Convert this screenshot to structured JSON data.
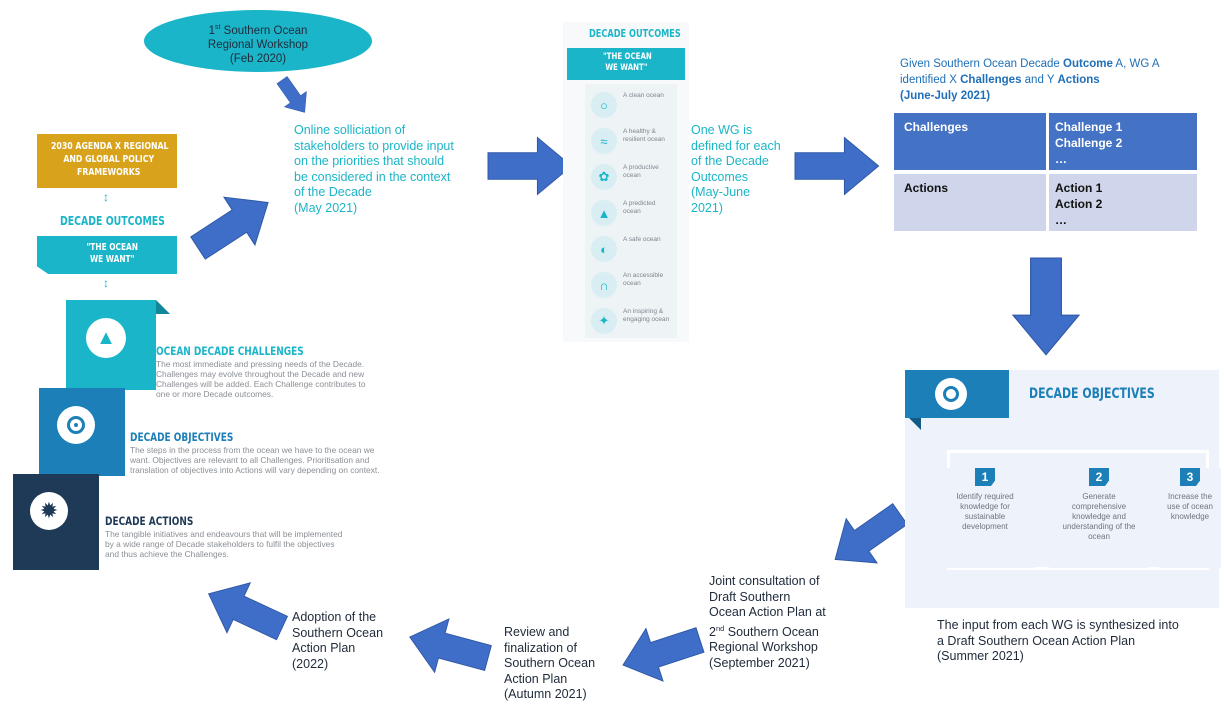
{
  "workshop1": {
    "line1_pre": "1",
    "line1_sup": "st",
    "line1_post": " Southern Ocean",
    "line2": "Regional Workshop",
    "line3": "(Feb 2020)"
  },
  "agenda_box": {
    "line1": "2030 AGENDA X REGIONAL",
    "line2": "AND GLOBAL POLICY",
    "line3": "FRAMEWORKS"
  },
  "left_outcomes": {
    "title": "DECADE OUTCOMES",
    "banner1": "\"THE OCEAN",
    "banner2": "WE WANT\""
  },
  "challenges": {
    "title": "OCEAN DECADE CHALLENGES",
    "desc": "The most immediate and pressing needs of the Decade. Challenges may evolve throughout the Decade and new Challenges will be added. Each Challenge contributes to one or more Decade outcomes."
  },
  "objectives": {
    "title": "DECADE OBJECTIVES",
    "desc": "The steps in the process from the ocean we have to the ocean we want. Objectives are relevant to all Challenges. Prioritisation and translation of objectives into Actions will vary depending on context."
  },
  "actions": {
    "title": "DECADE ACTIONS",
    "desc": "The tangible initiatives and endeavours that will be implemented by a wide range of Decade stakeholders to fulfil the objectives and thus achieve the Challenges."
  },
  "online": {
    "l1": "Online solliciation of",
    "l2": "stakeholders to provide input",
    "l3": "on the priorities that should",
    "l4": "be considered in the context",
    "l5": "of the Decade",
    "l6": "(May 2021)"
  },
  "center_outcomes": {
    "title": "DECADE OUTCOMES",
    "banner1": "\"THE OCEAN",
    "banner2": "WE WANT\"",
    "items": [
      {
        "label": "A clean ocean"
      },
      {
        "label": "A healthy & resilient ocean"
      },
      {
        "label": "A productive ocean"
      },
      {
        "label": "A predicted ocean"
      },
      {
        "label": "A safe ocean"
      },
      {
        "label": "An accessible ocean"
      },
      {
        "label": "An inspiring & engaging ocean"
      }
    ]
  },
  "one_wg": {
    "l1": "One WG is",
    "l2": "defined for each",
    "l3": "of the Decade",
    "l4": "Outcomes",
    "l5": "(May-June",
    "l6": "2021)"
  },
  "given": {
    "l1a": "Given Southern Ocean Decade ",
    "l1b": "Outcome",
    "l1c": " A, WG A",
    "l2a": "identified X ",
    "l2b": "Challenges",
    "l2c": " and Y ",
    "l2d": "Actions",
    "l3": "(June-July 2021)"
  },
  "table": {
    "row1": {
      "head": "Challenges",
      "v1": "Challenge 1",
      "v2": "Challenge 2",
      "v3": "…"
    },
    "row2": {
      "head": "Actions",
      "v1": "Action 1",
      "v2": "Action 2",
      "v3": "…"
    }
  },
  "decade_objectives": {
    "title": "DECADE OBJECTIVES",
    "items": [
      {
        "num": "1",
        "text": "Identify required knowledge for sustainable development"
      },
      {
        "num": "2",
        "text": "Generate comprehensive knowledge and understanding of the ocean"
      },
      {
        "num": "3",
        "text": "Increase the use of ocean knowledge"
      }
    ]
  },
  "synth": {
    "l1": "The input from each WG is synthesized into",
    "l2": "a Draft Southern Ocean Action Plan",
    "l3": "(Summer 2021)"
  },
  "joint": {
    "l1": "Joint consultation of",
    "l2": "Draft Southern",
    "l3": "Ocean Action Plan at",
    "l4_pre": "2",
    "l4_sup": "nd",
    "l4_post": " Southern Ocean",
    "l5": "Regional Workshop",
    "l6": "(September 2021)"
  },
  "review": {
    "l1": "Review and",
    "l2": "finalization of",
    "l3": "Southern Ocean",
    "l4": "Action Plan",
    "l5": "(Autumn 2021)"
  },
  "adoption": {
    "l1": "Adoption of the",
    "l2": "Southern Ocean",
    "l3": "Action Plan",
    "l4": "(2022)"
  },
  "colors": {
    "teal": "#1bb5c9",
    "arrow": "#3f6ec8",
    "table_dark": "#4472c4",
    "table_light": "#cfd5ea",
    "gold": "#d9a21b",
    "navy": "#1f3a56"
  }
}
